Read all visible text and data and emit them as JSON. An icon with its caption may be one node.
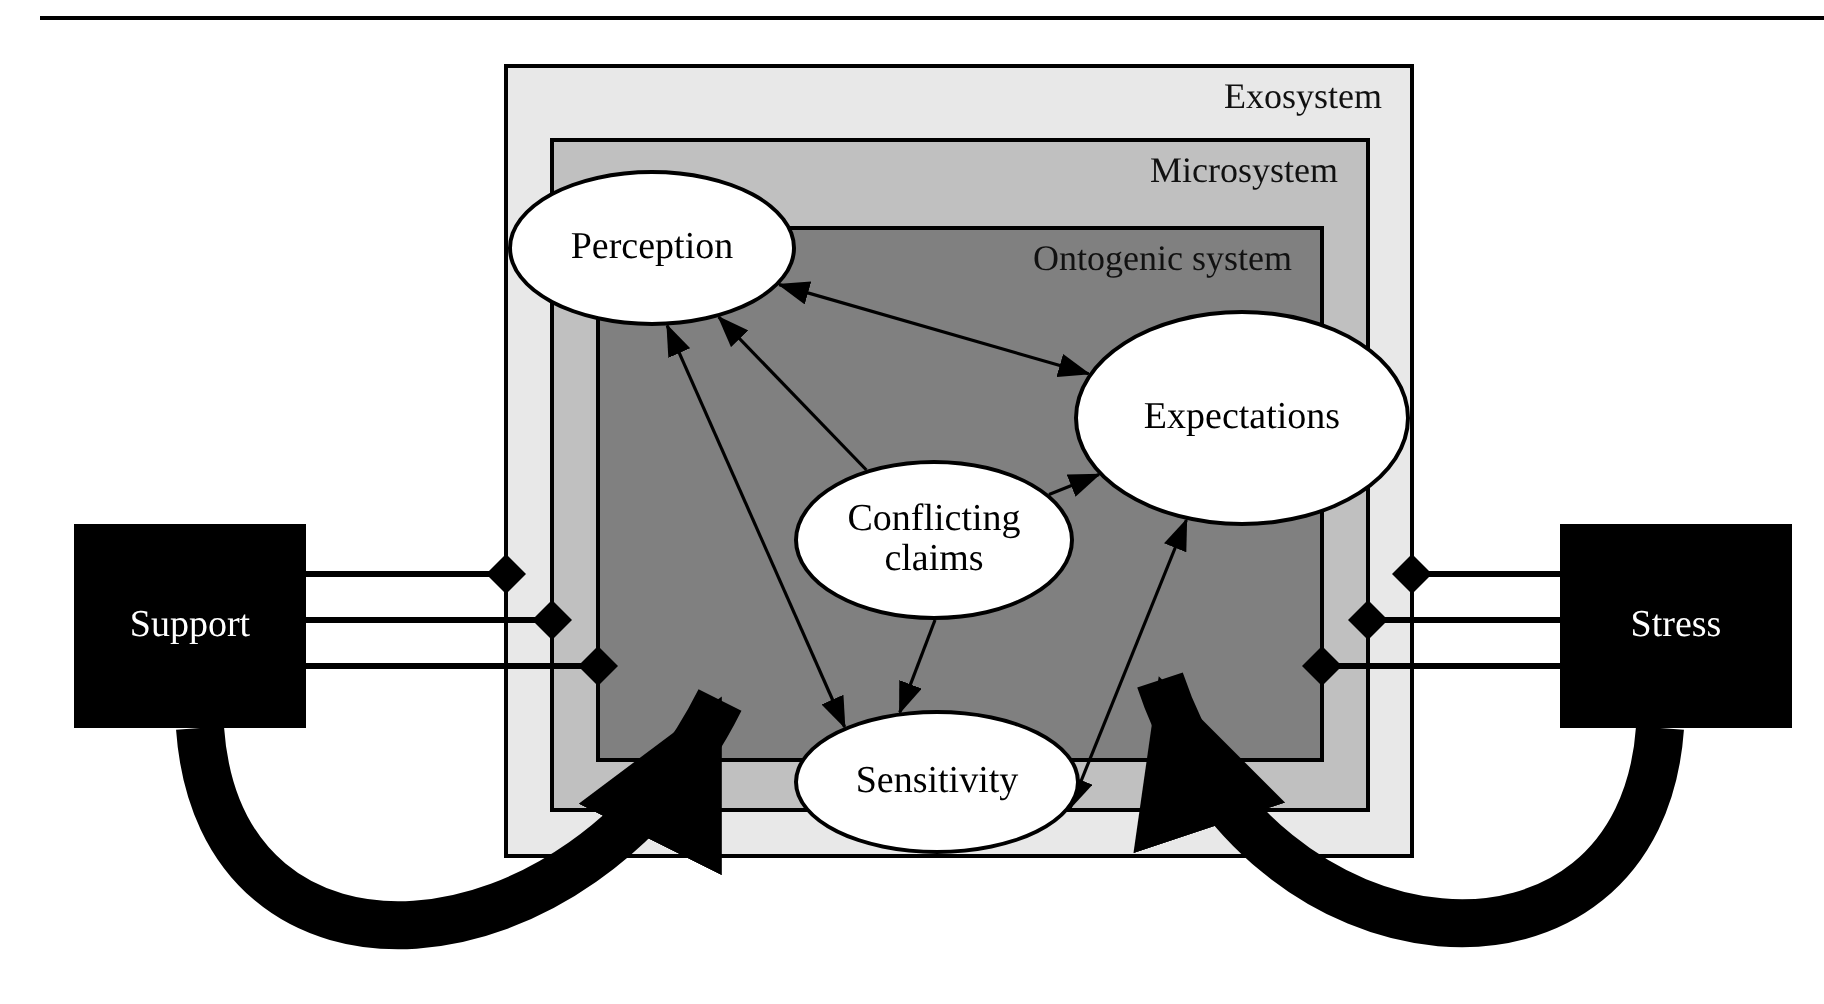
{
  "diagram": {
    "nodes": [
      {
        "text": [
          "Exosystem"
        ]
      },
      {
        "text": [
          "Microsystem"
        ],
        "in": 0
      },
      {
        "text": [
          "Ontogenic system"
        ],
        "in": 1
      },
      {
        "text": [
          "Perception"
        ],
        "in": 0
      },
      {
        "text": [
          "Expectations"
        ],
        "in": 0
      },
      {
        "text": [
          "Conflicting claims"
        ],
        "in": 2
      },
      {
        "text": [
          "Sensitivity"
        ],
        "in": 0
      },
      {
        "text": [
          "Support"
        ]
      },
      {
        "text": [
          "Stress"
        ]
      }
    ],
    "edges": [
      {
        "from": 3,
        "to": 4,
        "arrow": "both"
      },
      {
        "from": 5,
        "to": 3,
        "arrow": "to"
      },
      {
        "from": 5,
        "to": 4,
        "arrow": "to"
      },
      {
        "from": 5,
        "to": 6,
        "arrow": "to"
      },
      {
        "from": 3,
        "to": 6,
        "arrow": "both"
      },
      {
        "from": 6,
        "to": 4,
        "arrow": "both"
      },
      {
        "from": 7,
        "to": 0,
        "arrow": "other"
      },
      {
        "from": 7,
        "to": 1,
        "arrow": "other"
      },
      {
        "from": 7,
        "to": 2,
        "arrow": "other"
      },
      {
        "from": 8,
        "to": 0,
        "arrow": "other"
      },
      {
        "from": 8,
        "to": 1,
        "arrow": "other"
      },
      {
        "from": 8,
        "to": 2,
        "arrow": "other"
      },
      {
        "from": 7,
        "to": 2,
        "arrow": "to",
        "style": "thick"
      },
      {
        "from": 8,
        "to": 2,
        "arrow": "to",
        "style": "thick"
      }
    ]
  }
}
